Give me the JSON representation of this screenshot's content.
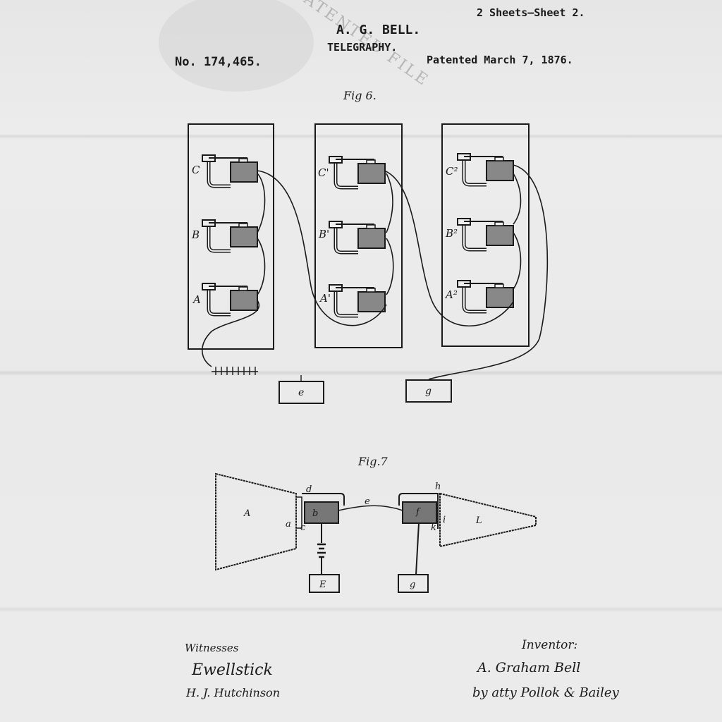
{
  "header": {
    "sheets": "2 Sheets—Sheet 2.",
    "inventor_name": "A. G. BELL.",
    "subject": "TELEGRAPHY.",
    "patent_number": "No. 174,465.",
    "patent_date": "Patented March 7, 1876.",
    "stamp": "PATENTED FILE"
  },
  "fig6": {
    "title": "Fig 6.",
    "columns": [
      {
        "labels": [
          "C",
          "B",
          "A"
        ]
      },
      {
        "labels": [
          "C'",
          "B'",
          "A'"
        ]
      },
      {
        "labels": [
          "C²",
          "B²",
          "A²"
        ]
      }
    ],
    "box_left": "e",
    "box_right": "g"
  },
  "fig7": {
    "title": "Fig.7",
    "labels": {
      "horn_left": "A",
      "a": "a",
      "c": "c",
      "d": "d",
      "b": "b",
      "e": "e",
      "f": "f",
      "h": "h",
      "k": "k",
      "i": "i",
      "horn_right": "L"
    },
    "box_left": "E",
    "box_right": "g"
  },
  "footer": {
    "witnesses_label": "Witnesses",
    "witness_1": "Ewellstick",
    "witness_2": "H. J. Hutchinson",
    "inventor_label": "Inventor:",
    "inventor_signature": "A. Graham Bell",
    "attorney_signature": "by atty Pollok & Bailey"
  }
}
